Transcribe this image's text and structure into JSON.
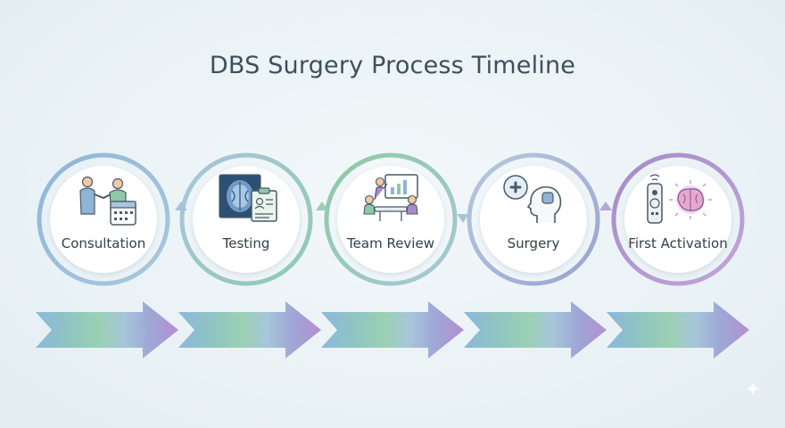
{
  "title": "DBS Surgery Process Timeline",
  "steps": [
    {
      "label": "Consultation",
      "icon": "handshake-calendar-icon",
      "color": "#8fb4d6"
    },
    {
      "label": "Testing",
      "icon": "brain-scan-clipboard-icon",
      "color": "#9fc4cf"
    },
    {
      "label": "Team Review",
      "icon": "team-meeting-icon",
      "color": "#8fcaa8"
    },
    {
      "label": "Surgery",
      "icon": "head-medical-cross-icon",
      "color": "#a8b6d6"
    },
    {
      "label": "First Activation",
      "icon": "remote-brain-icon",
      "color": "#a98cc9"
    }
  ],
  "arrow_colors": [
    "#8db6da",
    "#96c7b8",
    "#a9c9d8",
    "#9aa6d4",
    "#b595cf"
  ]
}
